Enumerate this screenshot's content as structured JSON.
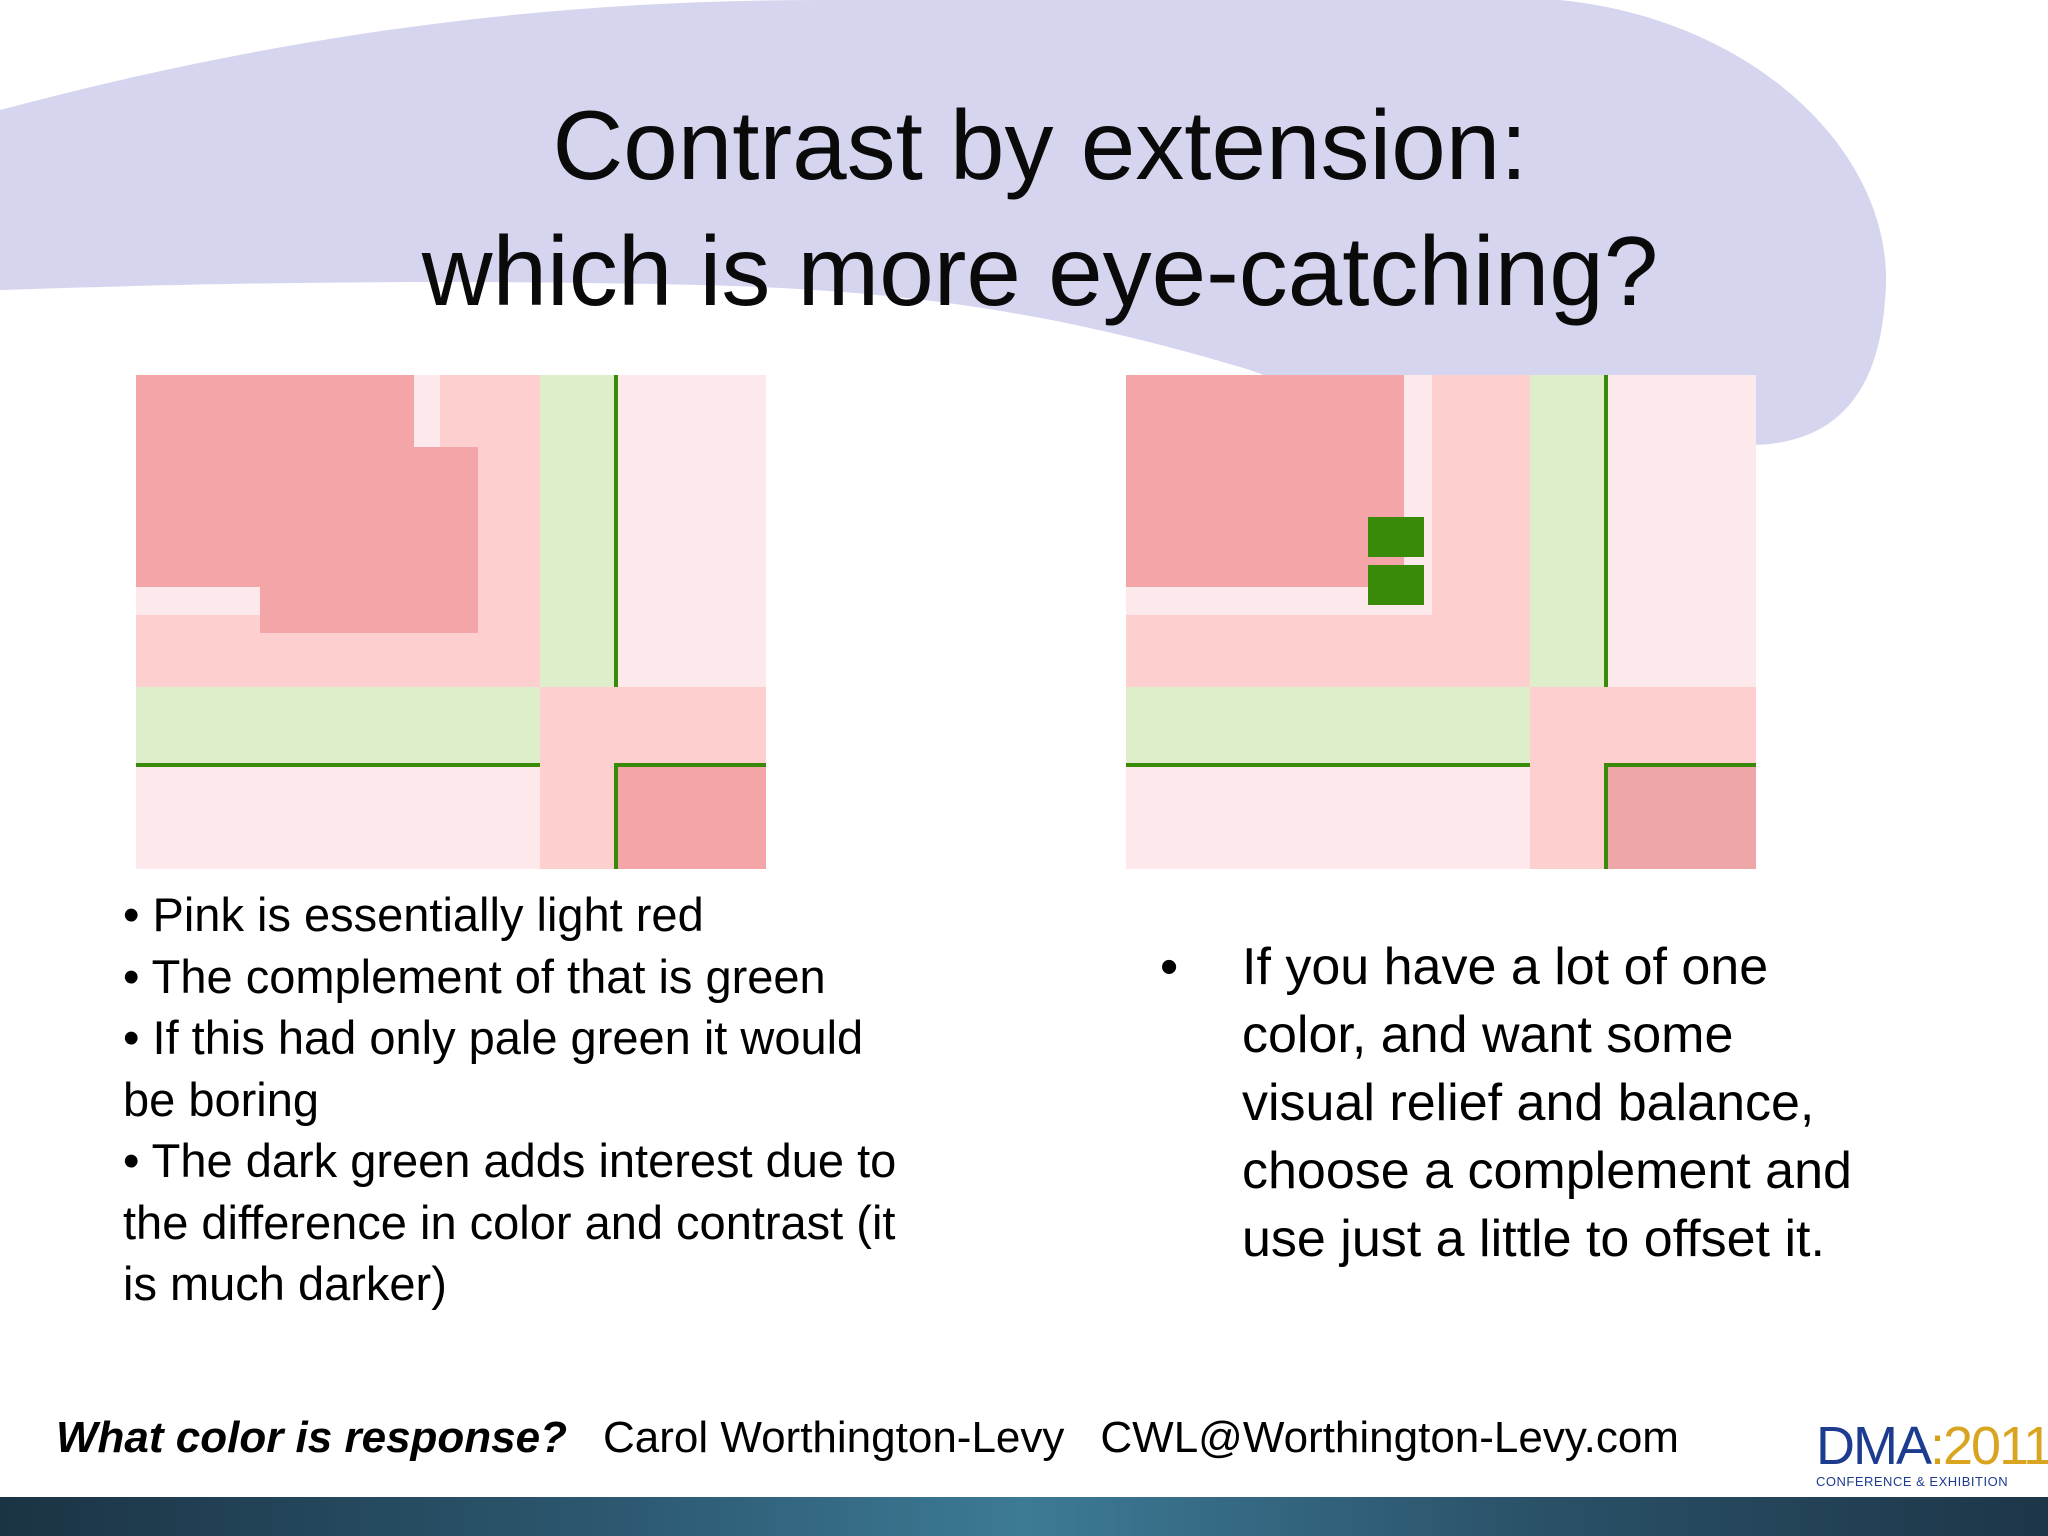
{
  "slide": {
    "title_line1": "Contrast by extension:",
    "title_line2": "which is more eye-catching?"
  },
  "colors": {
    "swoosh": "#d6d5ef",
    "dark_pink": "#f4a5a8",
    "medium_pink": "#fdcfcf",
    "light_pink": "#fde9ec",
    "pale_green": "#dfeeca",
    "dark_green": "#3a8a0a"
  },
  "left_panel": {
    "bullets": [
      "• Pink is essentially light red",
      "• The complement of that is green",
      "• If this had only pale green it would be boring",
      "• The dark green adds interest due to the difference in color and contrast (it is much darker)"
    ]
  },
  "right_panel": {
    "bullet_glyph": "•",
    "text": "If you have a lot of one color, and want some visual relief and balance, choose a complement and use just a little to offset it."
  },
  "footer": {
    "question": "What color is response?",
    "author": "Carol Worthington-Levy",
    "email": "CWL@Worthington-Levy.com"
  },
  "logo": {
    "name": "DMA",
    "separator": ":",
    "year": "2011",
    "subtitle": "CONFERENCE & EXHIBITION"
  }
}
